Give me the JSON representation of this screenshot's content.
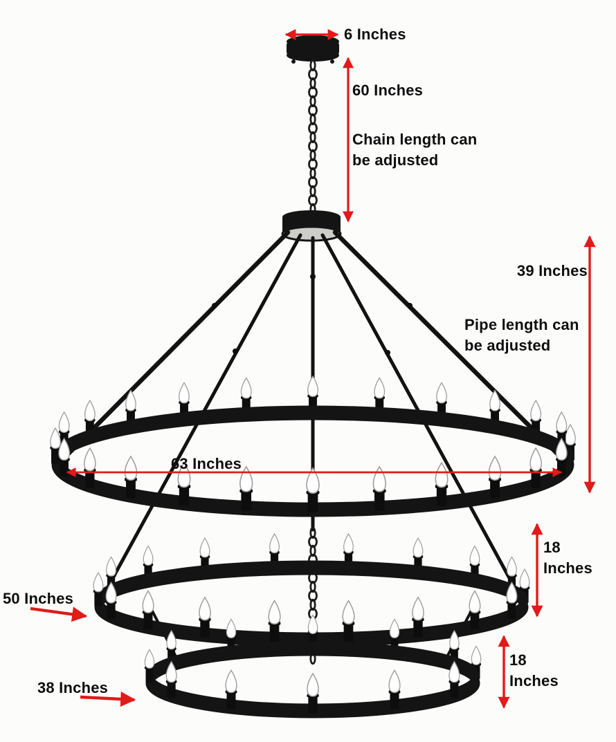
{
  "colors": {
    "arrow_red": "#e11a1a",
    "label_text": "#0d0d0d",
    "metal_black": "#141414",
    "background": "#fcfcfb"
  },
  "figure": {
    "icon": "three-tier-ring-chandelier-photo",
    "tiers": 3
  },
  "annotations": {
    "canopy_width": {
      "text": "6 Inches"
    },
    "chain_length": {
      "text": "60 Inches",
      "note_line1": "Chain length can",
      "note_line2": "be adjusted"
    },
    "pipe_length": {
      "text": "39 Inches",
      "note_line1": "Pipe length can",
      "note_line2": "be adjusted"
    },
    "tier1_diameter": {
      "text": "63 Inches"
    },
    "tier1_to_tier2_gap": {
      "value": "18",
      "unit": "Inches"
    },
    "tier2_diameter": {
      "text": "50 Inches"
    },
    "tier2_to_tier3_gap": {
      "value": "18",
      "unit": "Inches"
    },
    "tier3_diameter": {
      "text": "38 Inches"
    }
  }
}
